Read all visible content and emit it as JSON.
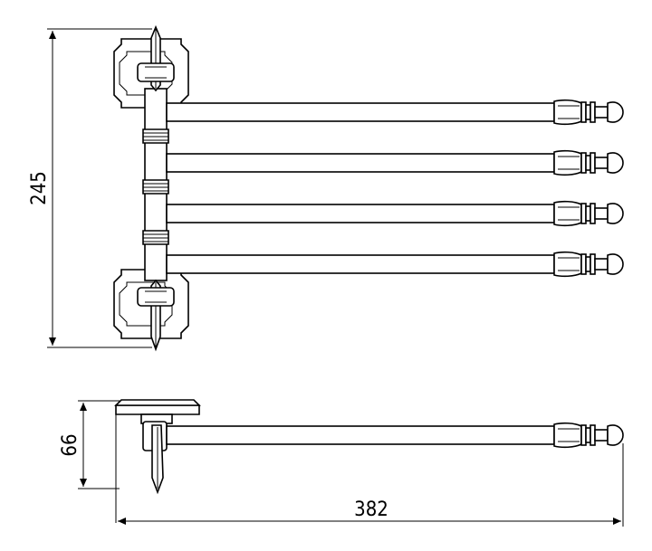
{
  "drawing": {
    "dimensions": {
      "height_front": "245",
      "depth_side": "66",
      "length_side": "382"
    },
    "views": [
      "front-view",
      "side-view"
    ],
    "arm_count": 4
  }
}
